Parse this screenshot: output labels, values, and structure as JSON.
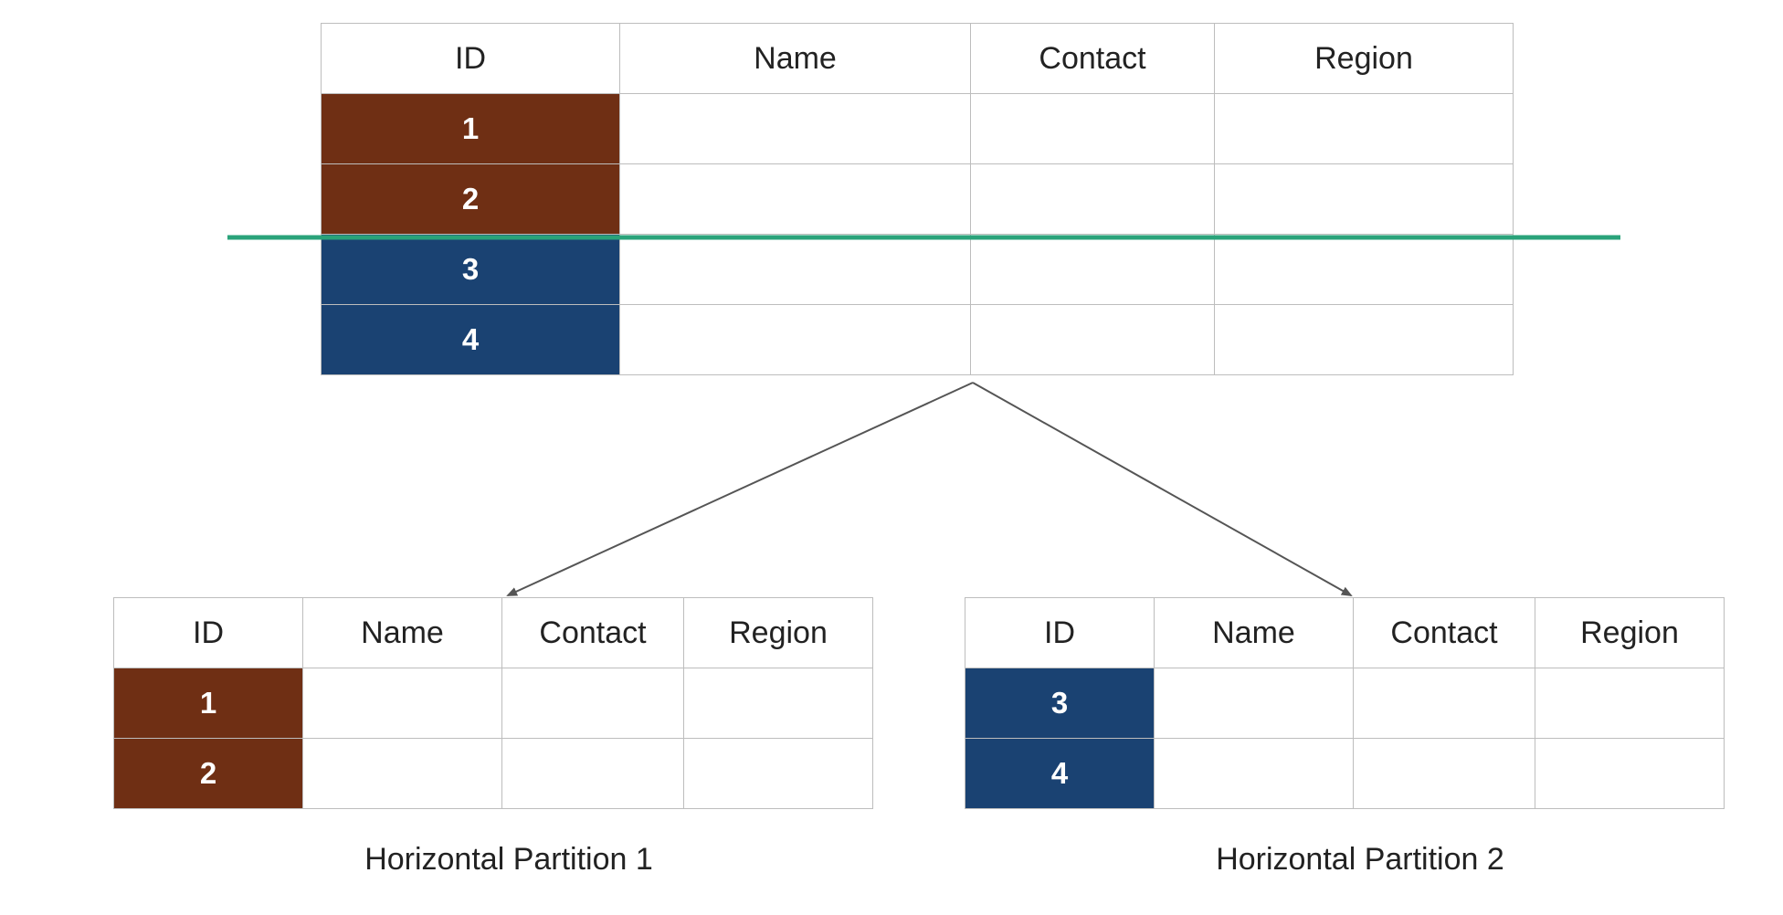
{
  "colors": {
    "partition_1": "#6f2f14",
    "partition_2": "#1a4272",
    "split_line": "#2aa37a",
    "grid_border": "#bdbdbd",
    "arrow": "#555555"
  },
  "headers": [
    "ID",
    "Name",
    "Contact",
    "Region"
  ],
  "main_table": {
    "rows": [
      {
        "id": "1",
        "partition": 1
      },
      {
        "id": "2",
        "partition": 1
      },
      {
        "id": "3",
        "partition": 2
      },
      {
        "id": "4",
        "partition": 2
      }
    ]
  },
  "partition_1": {
    "caption": "Horizontal Partition 1",
    "rows": [
      {
        "id": "1"
      },
      {
        "id": "2"
      }
    ]
  },
  "partition_2": {
    "caption": "Horizontal Partition 2",
    "rows": [
      {
        "id": "3"
      },
      {
        "id": "4"
      }
    ]
  }
}
